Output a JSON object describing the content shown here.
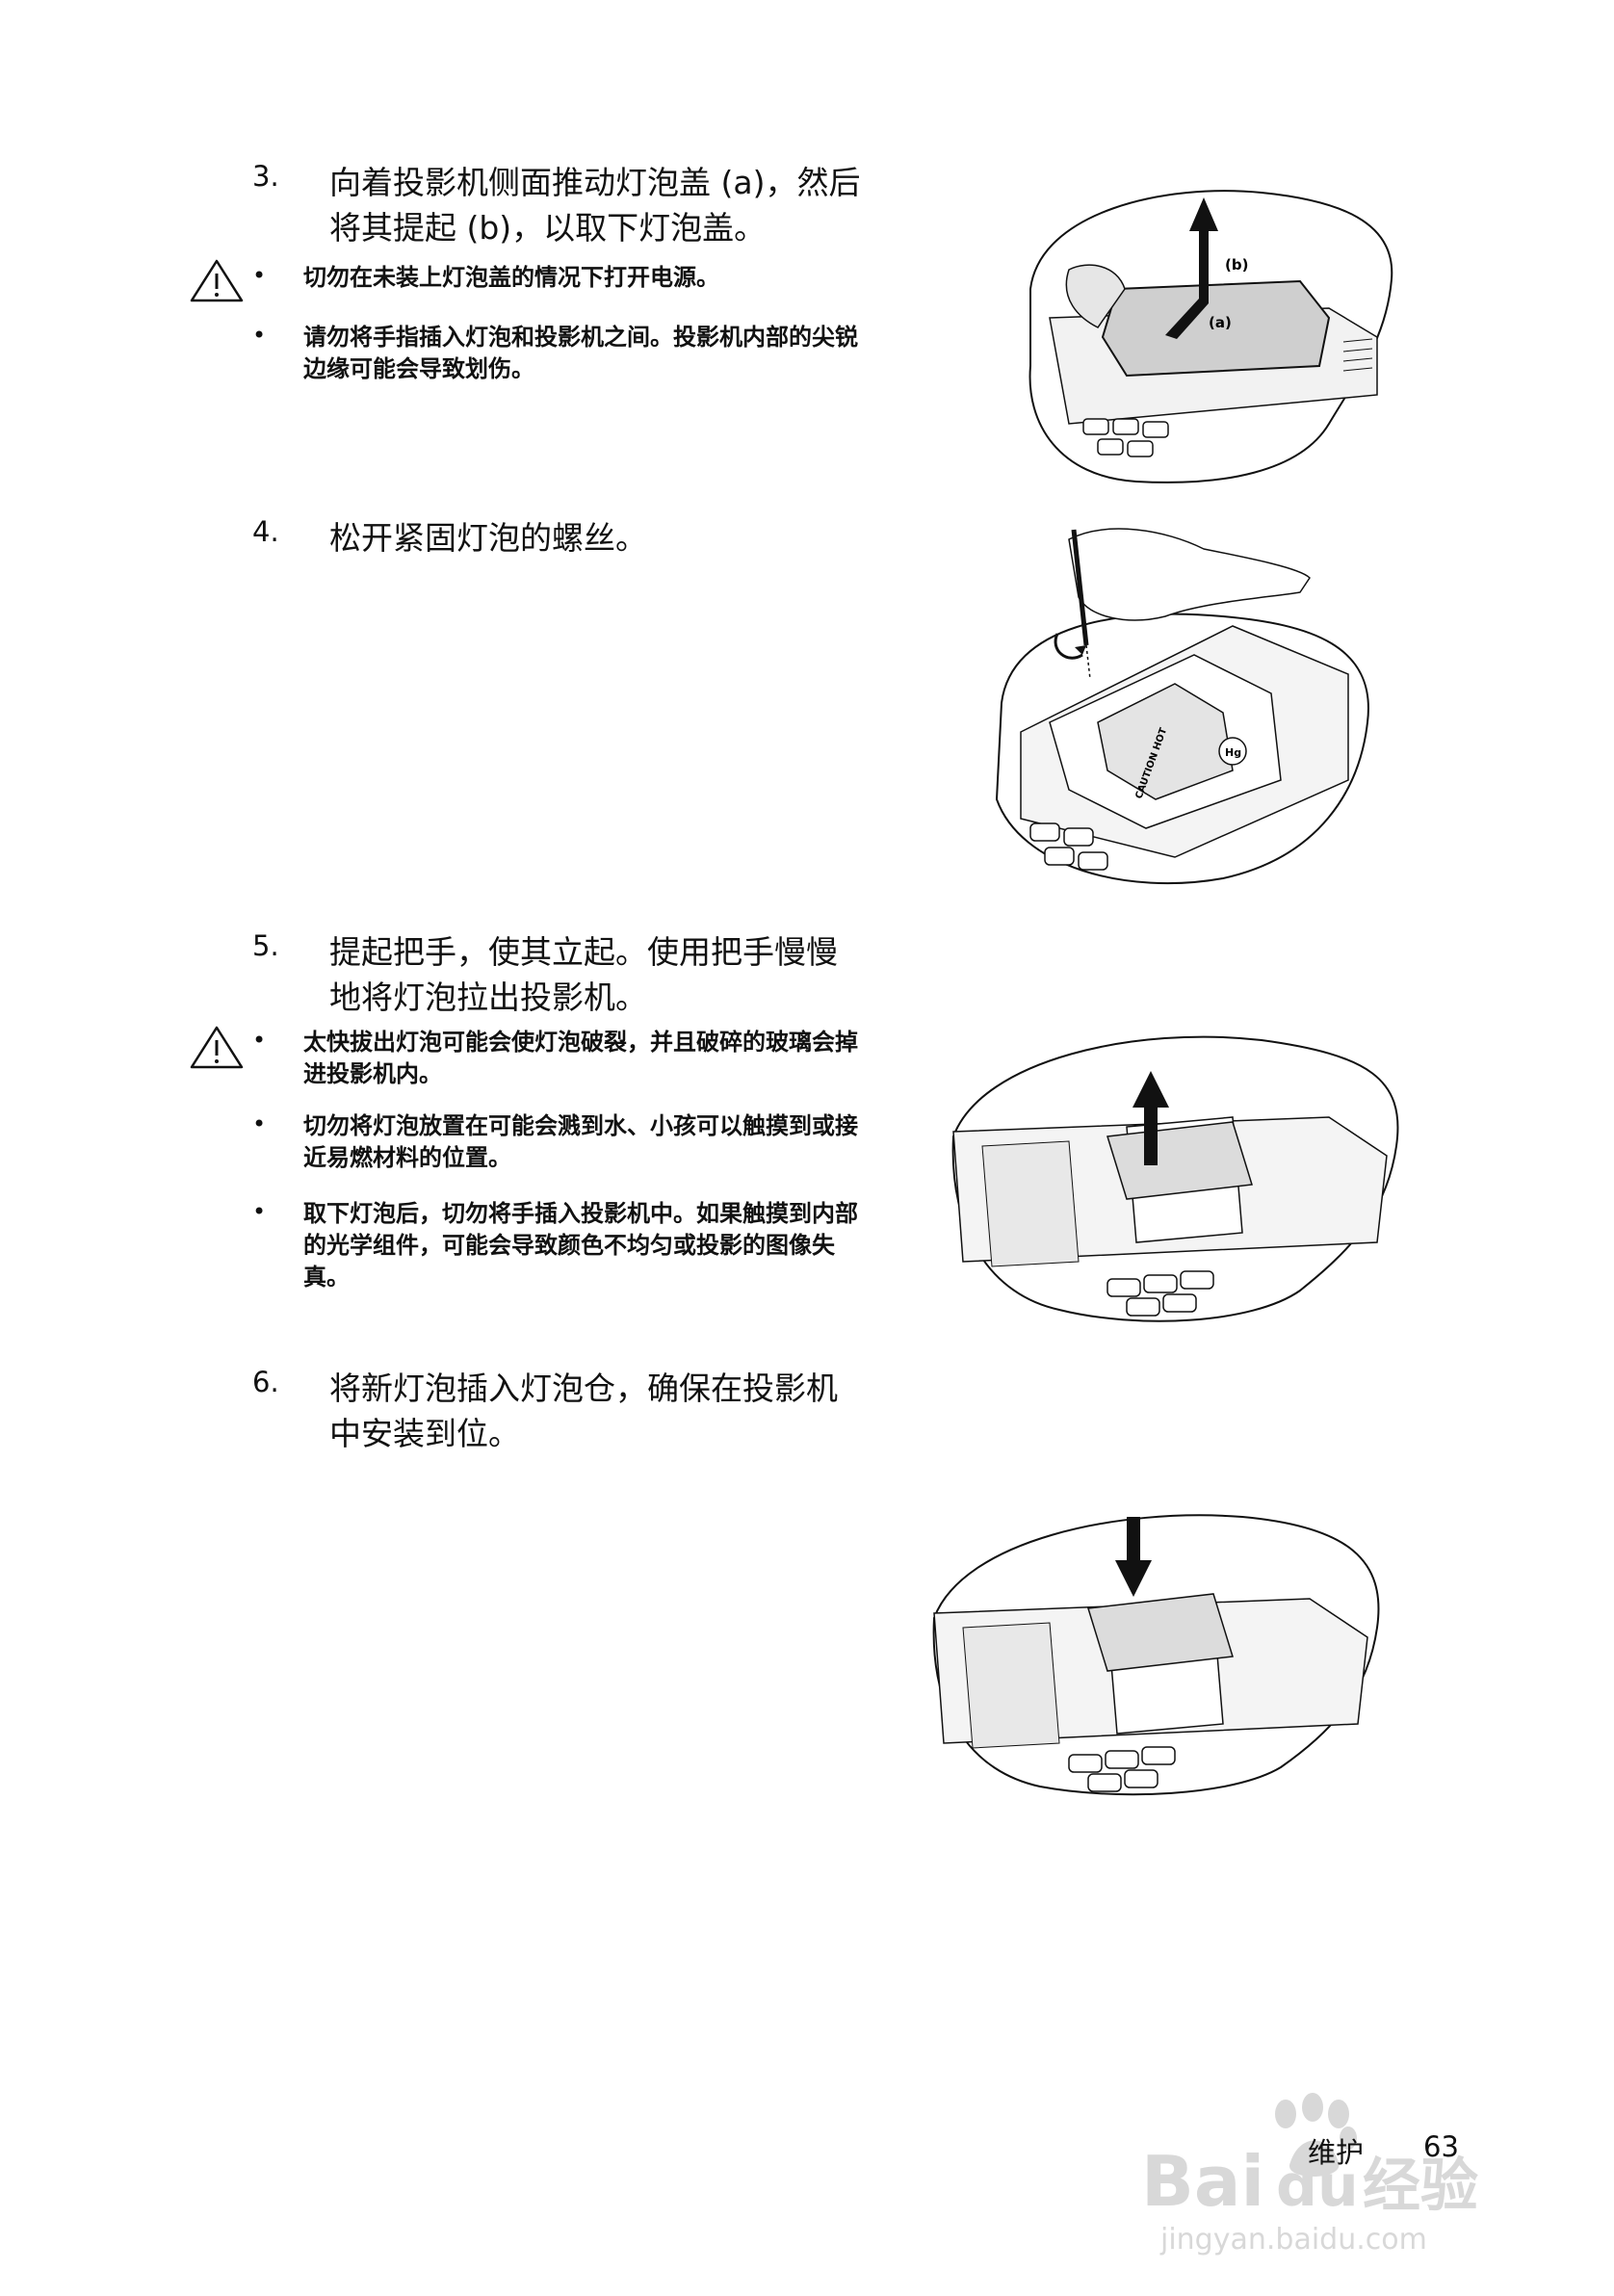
{
  "steps": [
    {
      "num": "3.",
      "text": "向着投影机侧面推动灯泡盖 (a)，然后将其提起 (b)，以取下灯泡盖。"
    },
    {
      "num": "4.",
      "text": "松开紧固灯泡的螺丝。"
    },
    {
      "num": "5.",
      "text": "提起把手，使其立起。使用把手慢慢地将灯泡拉出投影机。"
    },
    {
      "num": "6.",
      "text": "将新灯泡插入灯泡仓，确保在投影机中安装到位。"
    }
  ],
  "notes_group1": [
    "切勿在未装上灯泡盖的情况下打开电源。",
    "请勿将手指插入灯泡和投影机之间。投影机内部的尖锐边缘可能会导致划伤。"
  ],
  "notes_group2": [
    "太快拔出灯泡可能会使灯泡破裂，并且破碎的玻璃会掉进投影机内。",
    "切勿将灯泡放置在可能会溅到水、小孩可以触摸到或接近易燃材料的位置。",
    "取下灯泡后，切勿将手插入投影机中。如果触摸到内部的光学组件，可能会导致颜色不均匀或投影的图像失真。"
  ],
  "bullet": "•",
  "figure1": {
    "label_a": "(a)",
    "label_b": "(b)"
  },
  "figure2": {
    "label_caution": "CAUTION HOT",
    "label_hg": "Hg"
  },
  "footer": {
    "section": "维护",
    "page": "63"
  },
  "watermark": {
    "brand": "Bai",
    "brand2": "du",
    "suffix": "经验",
    "url": "jingyan.baidu.com"
  },
  "colors": {
    "ink": "#111111",
    "watermark": "#d8d8d8"
  }
}
